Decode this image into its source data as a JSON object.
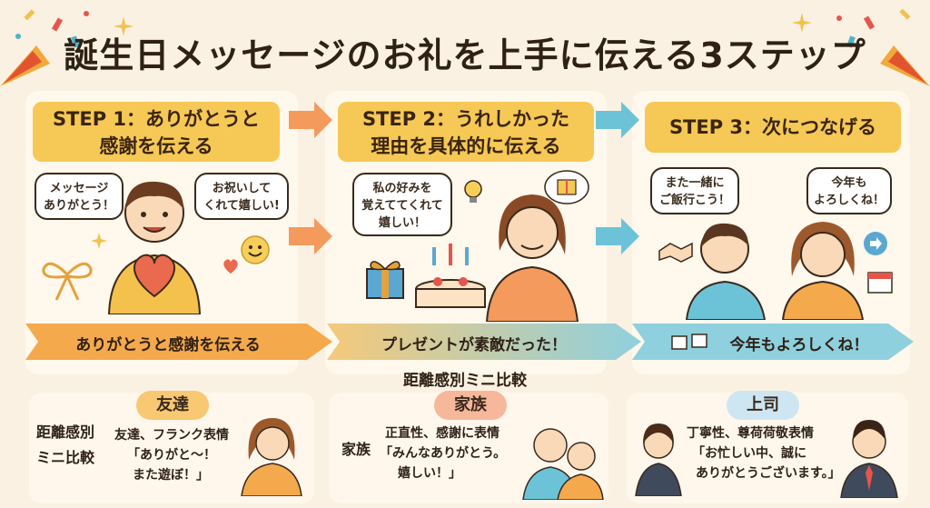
{
  "title": "誕生日メッセージのお礼を上手に伝える3ステップ",
  "steps": [
    {
      "title_line1": "STEP 1：ありがとうと",
      "title_line2": "感謝を伝える",
      "bubbles": [
        "メッセージ\nありがとう！",
        "お祝いして\nくれて嬉しい!"
      ],
      "banner": "ありがとうと感謝を伝える"
    },
    {
      "title_line1": "STEP 2：うれしかった",
      "title_line2": "理由を具体的に伝える",
      "bubbles": [
        "私の好みを\n覚えててくれて\n嬉しい！"
      ],
      "banner": "プレゼントが素敵だった！"
    },
    {
      "title_line1": "STEP 3：次につなげる",
      "title_line2": "",
      "bubbles": [
        "また一緒に\nご飯行こう！",
        "今年も\nよろしくね！"
      ],
      "banner": "今年もよろしくね！"
    }
  ],
  "comparison": {
    "heading": "距離感別ミニ比較",
    "side_label_line1": "距離感別",
    "side_label_line2": "ミニ比較",
    "cards": [
      {
        "tag": "友達",
        "line1": "友達、フランク表情",
        "line2": "「ありがと〜！",
        "line3": "また遊ぼ！」"
      },
      {
        "tag": "家族",
        "side": "家族",
        "line1": "正直性、感謝に表情",
        "line2": "「みんなありがとう。",
        "line3": "嬉しい！」"
      },
      {
        "tag": "上司",
        "line1": "丁寧性、尊荷荷敬表情",
        "line2": "「お忙しい中、誠に",
        "line3": "ありがとうございます。」"
      }
    ]
  },
  "colors": {
    "accent_yellow": "#f6c855",
    "arrow_orange": "#f39a5c",
    "arrow_blue": "#6cc3d8",
    "background": "#fbf1e2"
  },
  "icons": [
    "party-popper-icon",
    "sparkle-icon",
    "heart-icon",
    "cake-icon",
    "gift-icon",
    "lightbulb-icon",
    "handshake-icon",
    "calendar-icon",
    "coffee-icon",
    "arrow-icon"
  ]
}
